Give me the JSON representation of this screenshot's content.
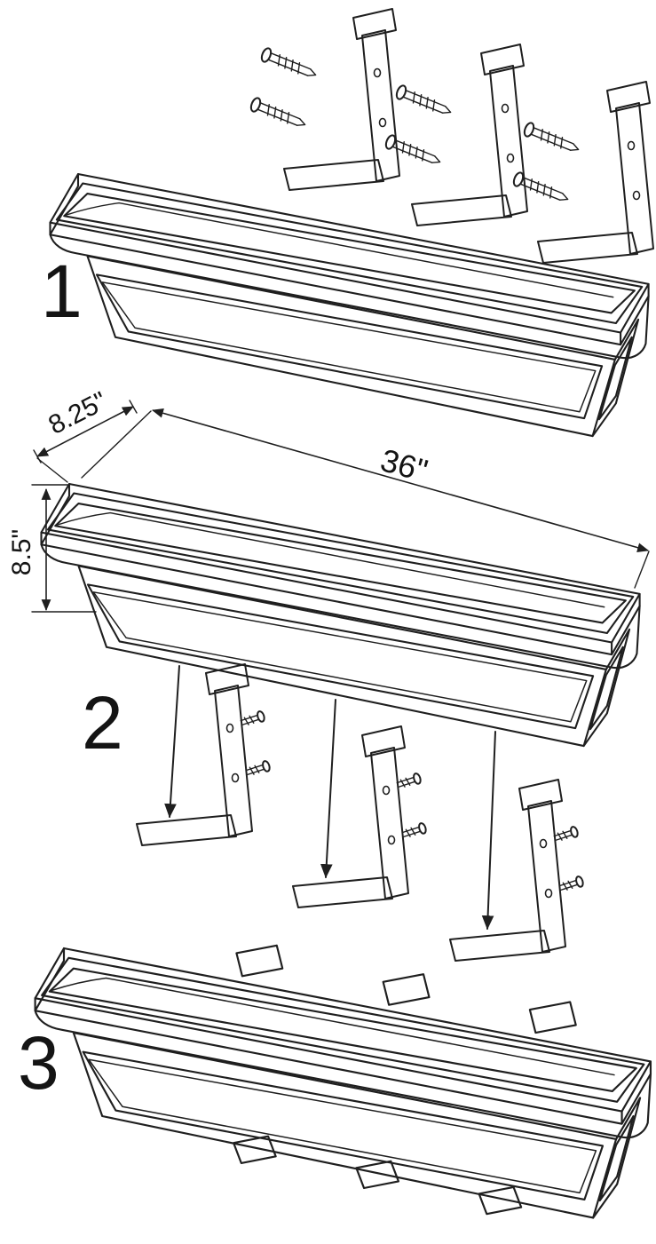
{
  "figure": {
    "background_color": "#ffffff",
    "line_color": "#1f1f1f",
    "step_labels": {
      "step1": "1",
      "step2": "2",
      "step3": "3"
    },
    "dimension_labels": {
      "width": "8.25\"",
      "length": "36\"",
      "height": "8.5\""
    }
  }
}
